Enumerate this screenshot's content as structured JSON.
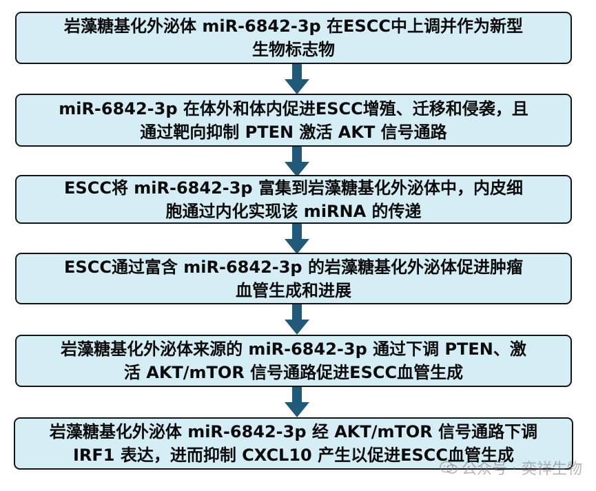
{
  "flow": {
    "steps": [
      {
        "line1": "岩藻糖基化外泌体 miR-6842-3p 在ESCC中上调并作为新型",
        "line2": "生物标志物"
      },
      {
        "line1": "miR-6842-3p 在体外和体内促进ESCC增殖、迁移和侵袭，且",
        "line2": "通过靶向抑制 PTEN 激活 AKT 信号通路"
      },
      {
        "line1": "ESCC将 miR-6842-3p 富集到岩藻糖基化外泌体中，内皮细",
        "line2": "胞通过内化实现该 miRNA 的传递"
      },
      {
        "line1": "ESCC通过富含 miR-6842-3p 的岩藻糖基化外泌体促进肿瘤",
        "line2": "血管生成和进展"
      },
      {
        "line1": "岩藻糖基化外泌体来源的 miR-6842-3p 通过下调 PTEN、激",
        "line2": "活 AKT/mTOR 信号通路促进ESCC血管生成"
      },
      {
        "line1": "岩藻糖基化外泌体 miR-6842-3p 经 AKT/mTOR 信号通路下调",
        "line2": "IRF1 表达，进而抑制 CXCL10 产生以促进ESCC血管生成"
      }
    ]
  },
  "watermark": {
    "text": "公众号 · 奕祥生物",
    "icon": "wechat-icon"
  },
  "colors": {
    "box_fill": "#d5eef6",
    "box_border": "#141414",
    "arrow": "#215a78"
  }
}
